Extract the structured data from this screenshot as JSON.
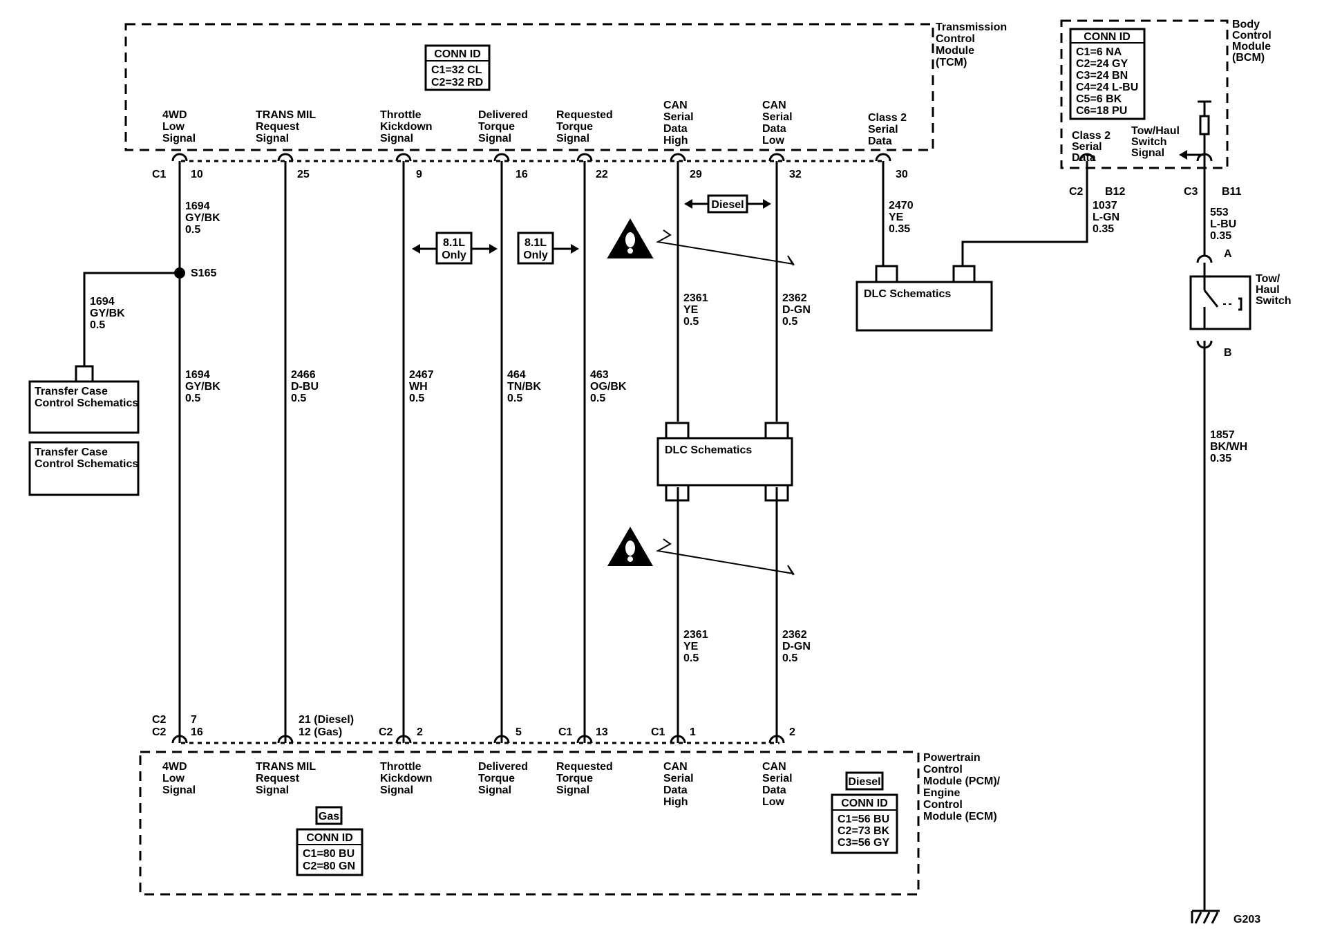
{
  "tcm": {
    "name": [
      "Transmission",
      "Control",
      "Module",
      "(TCM)"
    ],
    "conn_id": {
      "title": "CONN ID",
      "lines": [
        "C1=32 CL",
        "C2=32 RD"
      ]
    },
    "pins": [
      {
        "label": [
          "4WD",
          "Low",
          "Signal"
        ],
        "num": "10",
        "conn": "C1"
      },
      {
        "label": [
          "TRANS MIL",
          "Request",
          "Signal"
        ],
        "num": "25"
      },
      {
        "label": [
          "Throttle",
          "Kickdown",
          "Signal"
        ],
        "num": "9"
      },
      {
        "label": [
          "Delivered",
          "Torque",
          "Signal"
        ],
        "num": "16"
      },
      {
        "label": [
          "Requested",
          "Torque",
          "Signal"
        ],
        "num": "22"
      },
      {
        "label": [
          "CAN",
          "Serial",
          "Data",
          "High"
        ],
        "num": "29"
      },
      {
        "label": [
          "CAN",
          "Serial",
          "Data",
          "Low"
        ],
        "num": "32"
      },
      {
        "label": [
          "Class 2",
          "Serial",
          "Data"
        ],
        "num": "30"
      }
    ]
  },
  "bcm": {
    "name": [
      "Body",
      "Control",
      "Module",
      "(BCM)"
    ],
    "conn_id": {
      "title": "CONN ID",
      "lines": [
        "C1=6 NA",
        "C2=24 GY",
        "C3=24 BN",
        "C4=24 L-BU",
        "C5=6 BK",
        "C6=18 PU"
      ]
    },
    "pins": [
      {
        "label": [
          "Class 2",
          "Serial",
          "Data"
        ],
        "conn": "C2",
        "num": "B12"
      },
      {
        "label": [
          "Tow/Haul",
          "Switch",
          "Signal"
        ],
        "conn": "C3",
        "num": "B11"
      }
    ]
  },
  "wires": {
    "w_4wd_upper": [
      "1694",
      "GY/BK",
      "0.5"
    ],
    "w_4wd_branch": [
      "1694",
      "GY/BK",
      "0.5"
    ],
    "w_4wd_lower": [
      "1694",
      "GY/BK",
      "0.5"
    ],
    "w_mil": [
      "2466",
      "D-BU",
      "0.5"
    ],
    "w_throttle": [
      "2467",
      "WH",
      "0.5"
    ],
    "w_delivered": [
      "464",
      "TN/BK",
      "0.5"
    ],
    "w_requested": [
      "463",
      "OG/BK",
      "0.5"
    ],
    "w_can_high_upper": [
      "2361",
      "YE",
      "0.5"
    ],
    "w_can_low_upper": [
      "2362",
      "D-GN",
      "0.5"
    ],
    "w_can_high_lower": [
      "2361",
      "YE",
      "0.5"
    ],
    "w_can_low_lower": [
      "2362",
      "D-GN",
      "0.5"
    ],
    "w_class2": [
      "2470",
      "YE",
      "0.35"
    ],
    "w_bcm_class2": [
      "1037",
      "L-GN",
      "0.35"
    ],
    "w_bcm_tow": [
      "553",
      "L-BU",
      "0.35"
    ],
    "w_ground": [
      "1857",
      "BK/WH",
      "0.35"
    ]
  },
  "splice": "S165",
  "option_tags": {
    "only_81": [
      "8.1L",
      "Only"
    ],
    "diesel": "Diesel",
    "gas": "Gas"
  },
  "boxes": {
    "transfer_case_1": [
      "Transfer Case",
      "Control Schematics"
    ],
    "transfer_case_2": [
      "Transfer Case",
      "Control Schematics"
    ],
    "dlc_center": "DLC Schematics",
    "dlc_right": "DLC Schematics"
  },
  "switch": {
    "name": [
      "Tow/",
      "Haul",
      "Switch"
    ],
    "pin_a": "A",
    "pin_b": "B"
  },
  "ground": "G203",
  "pcm": {
    "name": [
      "Powertrain",
      "Control",
      "Module (PCM)/",
      "Engine",
      "Control",
      "Module (ECM)"
    ],
    "pins": [
      {
        "label": [
          "4WD",
          "Low",
          "Signal"
        ],
        "conn": [
          "C2",
          "C2"
        ],
        "num": [
          "7",
          "16"
        ]
      },
      {
        "label": [
          "TRANS MIL",
          "Request",
          "Signal"
        ],
        "num": [
          "21 (Diesel)",
          "12 (Gas)"
        ]
      },
      {
        "label": [
          "Throttle",
          "Kickdown",
          "Signal"
        ],
        "conn": "C2",
        "num": "2"
      },
      {
        "label": [
          "Delivered",
          "Torque",
          "Signal"
        ],
        "num": "5"
      },
      {
        "label": [
          "Requested",
          "Torque",
          "Signal"
        ],
        "conn": "C1",
        "num": "13"
      },
      {
        "label": [
          "CAN",
          "Serial",
          "Data",
          "High"
        ],
        "conn": "C1",
        "num": "1"
      },
      {
        "label": [
          "CAN",
          "Serial",
          "Data",
          "Low"
        ],
        "num": "2"
      }
    ],
    "gas_conn_id": {
      "title": "CONN ID",
      "lines": [
        "C1=80 BU",
        "C2=80 GN"
      ]
    },
    "diesel_conn_id": {
      "title": "CONN ID",
      "lines": [
        "C1=56 BU",
        "C2=73 BK",
        "C3=56 GY"
      ]
    }
  }
}
